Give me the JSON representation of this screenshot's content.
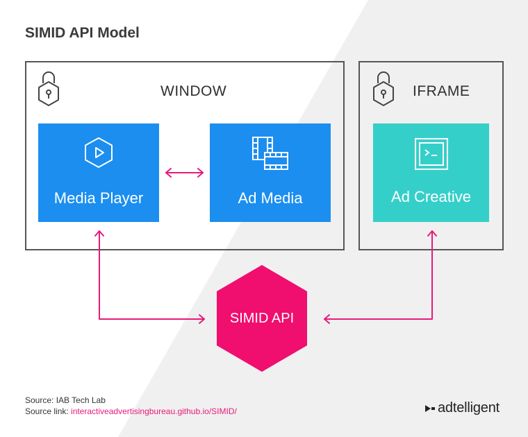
{
  "title": "SIMID API Model",
  "window": {
    "label": "WINDOW"
  },
  "iframe": {
    "label": "IFRAME"
  },
  "boxes": {
    "media_player": "Media Player",
    "ad_media": "Ad Media",
    "ad_creative": "Ad Creative"
  },
  "api": {
    "label": "SIMID API"
  },
  "footer": {
    "source_prefix": "Source: ",
    "source_value": "IAB Tech Lab",
    "link_prefix": "Source link: ",
    "link_value": "interactiveadvertisingbureau.github.io/SIMID/"
  },
  "brand": {
    "name": "adtelligent"
  },
  "colors": {
    "player_blue": "#1b8ef0",
    "creative_teal": "#35cfc9",
    "api_magenta": "#f00e6f",
    "connector": "#e8197a",
    "background_gray": "#f0f0f0"
  },
  "icons": {
    "window_lock": "lock-icon",
    "iframe_lock": "lock-icon",
    "media_player": "play-hexagon-icon",
    "ad_media": "film-icon",
    "ad_creative": "terminal-icon"
  }
}
